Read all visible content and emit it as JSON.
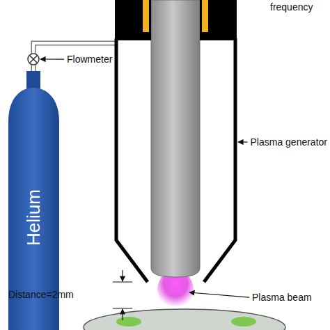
{
  "diagram": {
    "nodes": [
      {
        "text": [
          "Helium"
        ]
      }
    ],
    "labels": [
      "frequency",
      "Flowmeter",
      "Plasma generator",
      "Distance=2mm",
      "Plasma beam"
    ]
  }
}
